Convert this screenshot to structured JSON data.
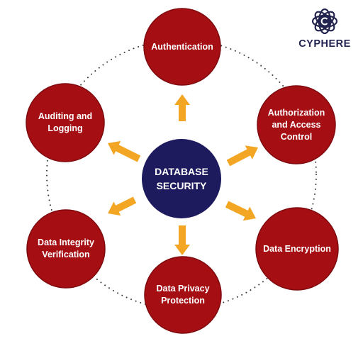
{
  "colors": {
    "node_fill": "#a50f14",
    "node_border": "#7e0a0e",
    "center_fill": "#1d1b5e",
    "arrow": "#f2a623",
    "ring_dots": "#333333",
    "logo": "#23234f"
  },
  "center": {
    "label": "DATABASE\nSECURITY"
  },
  "nodes": [
    {
      "id": "authentication",
      "label": "Authentication"
    },
    {
      "id": "authorization",
      "label": "Authorization\nand Access\nControl"
    },
    {
      "id": "encryption",
      "label": "Data Encryption"
    },
    {
      "id": "privacy",
      "label": "Data Privacy\nProtection"
    },
    {
      "id": "integrity",
      "label": "Data Integrity\nVerification"
    },
    {
      "id": "auditing",
      "label": "Auditing and\nLogging"
    }
  ],
  "logo": {
    "text": "CYPHERE",
    "icon": "cyphere-rosette-icon"
  }
}
